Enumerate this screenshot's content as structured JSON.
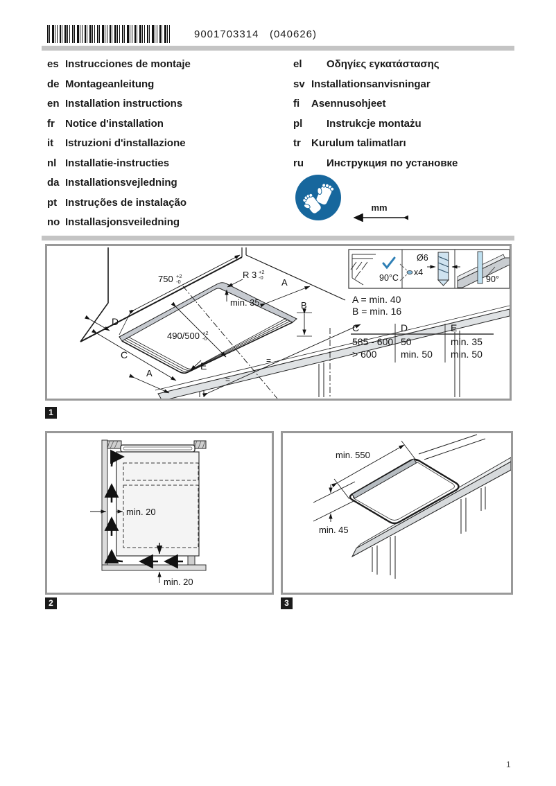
{
  "header": {
    "barcode_number": "9001703314",
    "barcode_code": "(040626)"
  },
  "languages": {
    "left": [
      {
        "code": "es",
        "label": "Instrucciones de montaje"
      },
      {
        "code": "de",
        "label": "Montageanleitung"
      },
      {
        "code": "en",
        "label": "Installation instructions"
      },
      {
        "code": "fr",
        "label": "Notice d'installation"
      },
      {
        "code": "it",
        "label": "Istruzioni d'installazione"
      },
      {
        "code": "nl",
        "label": "Installatie-instructies"
      },
      {
        "code": "da",
        "label": "Installationsvejledning"
      },
      {
        "code": "pt",
        "label": "Instruções de instalação"
      },
      {
        "code": "no",
        "label": "Installasjonsveiledning"
      }
    ],
    "right": [
      {
        "code": "el",
        "label": "Οδηγίες εγκατάστασης"
      },
      {
        "code": "sv",
        "label": "Installationsanvisningar"
      },
      {
        "code": "fi",
        "label": "Asennusohjeet"
      },
      {
        "code": "pl",
        "label": "Instrukcje montażu"
      },
      {
        "code": "tr",
        "label": "Kurulum talimatları"
      },
      {
        "code": "ru",
        "label": "Инструкция по установке"
      }
    ]
  },
  "symbols": {
    "unit": "mm",
    "gloves_icon": "wear-protective-gloves",
    "accent_blue": "#17679d"
  },
  "figure1": {
    "marker": "1",
    "dims": {
      "width": "750",
      "width_tol_plus": "+2",
      "width_tol_minus": "-0",
      "radius": "R 3",
      "radius_tol_plus": "+2",
      "radius_tol_minus": "-0",
      "rear_clearance": "min. 35",
      "depth": "490/500",
      "depth_tol_plus": "+2",
      "depth_tol_minus": "-0",
      "label_a": "A",
      "label_b": "B",
      "label_c": "C",
      "label_d": "D",
      "label_e": "E",
      "equal": "="
    },
    "icons": {
      "temp_rating": "90°C",
      "drill_diameter": "Ø6",
      "drill_count": "x4",
      "saw_angle": "90°"
    },
    "clearance_a": "A = min. 40",
    "clearance_b": "B = min. 16",
    "table": {
      "headers": [
        "C",
        "D",
        "E"
      ],
      "rows": [
        [
          "585 - 600",
          "50",
          "min. 35"
        ],
        [
          "> 600",
          "min. 50",
          "min. 50"
        ]
      ]
    }
  },
  "figure2": {
    "marker": "2",
    "labels": {
      "side_gap": "min. 20",
      "bottom_gap": "min. 20"
    }
  },
  "figure3": {
    "marker": "3",
    "labels": {
      "top_width": "min. 550",
      "front_depth": "min. 45"
    }
  },
  "page": {
    "page_number": "1"
  }
}
